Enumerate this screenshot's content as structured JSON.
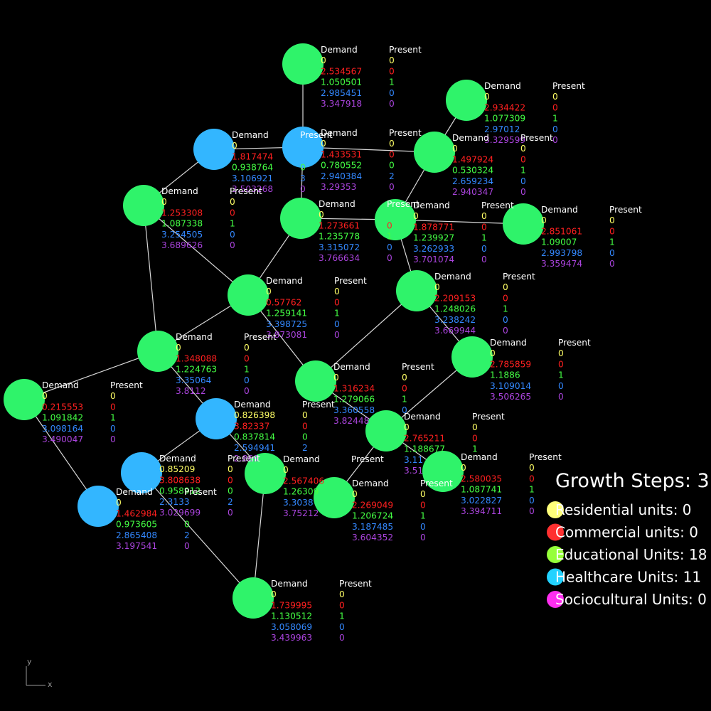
{
  "colors": {
    "background": "#000000",
    "edge": "#d8d8d8",
    "educational_node": "#2ff36a",
    "healthcare_node": "#33b6ff",
    "header_text": "#ffffff",
    "present_0_text": "#ffff66",
    "residential": "#ffff66",
    "commercial": "#ff2020",
    "educational": "#44ff44",
    "healthcare": "#3388ff",
    "sociocultural": "#aa44dd",
    "legend_residential": "#ffff7a",
    "legend_commercial": "#ff3030",
    "legend_educational": "#96ff3a",
    "legend_healthcare": "#22d2ff",
    "legend_sociocultural": "#ff2ef0"
  },
  "headers": {
    "demand": "Demand",
    "present": "Present"
  },
  "nodes": [
    {
      "type": "educational",
      "demand": [
        "0",
        "2.534567",
        "1.050501",
        "2.985451",
        "3.347918"
      ],
      "present": [
        "0",
        "0",
        "1",
        "0",
        "0"
      ]
    },
    {
      "type": "educational",
      "demand": [
        "0",
        "2.934422",
        "1.077309",
        "2.97012",
        "3.329599"
      ],
      "present": [
        "0",
        "0",
        "1",
        "0",
        "0"
      ]
    },
    {
      "type": "healthcare",
      "demand": [
        "0",
        "1.817474",
        "0.938764",
        "3.106921",
        "3.503268"
      ],
      "present": [
        "",
        "",
        "0",
        "3",
        "0"
      ]
    },
    {
      "type": "healthcare",
      "demand": [
        "0",
        "1.433531",
        "0.780552",
        "2.940384",
        "3.29353"
      ],
      "present": [
        "0",
        "0",
        "0",
        "2",
        "0"
      ]
    },
    {
      "type": "educational",
      "demand": [
        "0",
        "1.497924",
        "0.530324",
        "2.659234",
        "2.940347"
      ],
      "present": [
        "0",
        "0",
        "1",
        "0",
        "0"
      ]
    },
    {
      "type": "educational",
      "demand": [
        "0",
        "1.253308",
        "1.087338",
        "3.254505",
        "3.689626"
      ],
      "present": [
        "0",
        "0",
        "1",
        "0",
        "0"
      ]
    },
    {
      "type": "educational",
      "demand": [
        "0",
        "1.273661",
        "1.235778",
        "3.315072",
        "3.766634"
      ],
      "present": [
        "",
        "0",
        "1",
        "0",
        "0"
      ]
    },
    {
      "type": "educational",
      "demand": [
        "0",
        "1.878771",
        "1.239927",
        "3.262933",
        "3.701074"
      ],
      "present": [
        "0",
        "0",
        "1",
        "0",
        "0"
      ]
    },
    {
      "type": "educational",
      "demand": [
        "0",
        "2.851061",
        "1.09007",
        "2.993798",
        "3.359474"
      ],
      "present": [
        "0",
        "0",
        "1",
        "0",
        "0"
      ]
    },
    {
      "type": "educational",
      "demand": [
        "0",
        "0.57762",
        "1.259141",
        "3.398725",
        "3.873081"
      ],
      "present": [
        "0",
        "0",
        "1",
        "0",
        "0"
      ]
    },
    {
      "type": "educational",
      "demand": [
        "0",
        "2.209153",
        "1.248026",
        "3.238242",
        "3.669944"
      ],
      "present": [
        "0",
        "0",
        "1",
        "0",
        "0"
      ]
    },
    {
      "type": "educational",
      "demand": [
        "0",
        "1.348088",
        "1.224763",
        "3.35064",
        "3.8112"
      ],
      "present": [
        "0",
        "0",
        "1",
        "0",
        "0"
      ]
    },
    {
      "type": "educational",
      "demand": [
        "0",
        "2.785859",
        "1.1886",
        "3.109014",
        "3.506265"
      ],
      "present": [
        "0",
        "0",
        "1",
        "0",
        "0"
      ]
    },
    {
      "type": "educational",
      "demand": [
        "0",
        "1.316234",
        "1.279066",
        "3.360558",
        "3.82448"
      ],
      "present": [
        "0",
        "0",
        "1",
        "0",
        ""
      ]
    },
    {
      "type": "educational",
      "demand": [
        "0",
        "0.215553",
        "1.091842",
        "3.098164",
        "3.490047"
      ],
      "present": [
        "0",
        "0",
        "1",
        "0",
        "0"
      ]
    },
    {
      "type": "healthcare",
      "demand": [
        "0.826398",
        "3.82337",
        "0.837814",
        "2.594941",
        "2.869"
      ],
      "present": [
        "0",
        "0",
        "0",
        "2",
        ""
      ]
    },
    {
      "type": "educational",
      "demand": [
        "0",
        "2.765211",
        "1.188677",
        "3.11",
        "3.51"
      ],
      "present": [
        "0",
        "0",
        "1",
        "",
        ""
      ]
    },
    {
      "type": "healthcare",
      "demand": [
        "0.85209",
        "3.808638",
        "0.958912",
        "2.3133",
        "3.029699"
      ],
      "present": [
        "0",
        "0",
        "0",
        "2",
        "0"
      ]
    },
    {
      "type": "educational",
      "demand": [
        "0",
        "2.567406",
        "1.26309",
        "3.3038",
        "3.75212"
      ],
      "present": [
        "",
        "",
        "",
        "",
        ""
      ]
    },
    {
      "type": "educational",
      "demand": [
        "0",
        "2.580035",
        "1.087741",
        "3.022827",
        "3.394711"
      ],
      "present": [
        "0",
        "0",
        "1",
        "0",
        "0"
      ]
    },
    {
      "type": "educational",
      "demand": [
        "0",
        "2.269049",
        "1.206724",
        "3.187485",
        "3.604352"
      ],
      "present": [
        "0",
        "0",
        "1",
        "0",
        "0"
      ]
    },
    {
      "type": "healthcare",
      "demand": [
        "0",
        "1.462984",
        "0.973605",
        "2.865408",
        "3.197541"
      ],
      "present": [
        "",
        "",
        "0",
        "2",
        "0"
      ]
    },
    {
      "type": "educational",
      "demand": [
        "0",
        "1.739995",
        "1.130512",
        "3.058069",
        "3.439963"
      ],
      "present": [
        "0",
        "0",
        "1",
        "0",
        "0"
      ]
    }
  ],
  "edges": [
    [
      0,
      3
    ],
    [
      2,
      3
    ],
    [
      3,
      4
    ],
    [
      3,
      6
    ],
    [
      2,
      5
    ],
    [
      1,
      4
    ],
    [
      4,
      7
    ],
    [
      6,
      7
    ],
    [
      7,
      8
    ],
    [
      5,
      9
    ],
    [
      6,
      9
    ],
    [
      5,
      11
    ],
    [
      7,
      10
    ],
    [
      10,
      13
    ],
    [
      10,
      12
    ],
    [
      9,
      11
    ],
    [
      9,
      13
    ],
    [
      11,
      14
    ],
    [
      11,
      15
    ],
    [
      14,
      21
    ],
    [
      13,
      16
    ],
    [
      12,
      16
    ],
    [
      16,
      19
    ],
    [
      16,
      20
    ],
    [
      15,
      18
    ],
    [
      18,
      22
    ],
    [
      17,
      22
    ],
    [
      15,
      17
    ]
  ],
  "legend": {
    "growth_steps": "Growth Steps: 3",
    "items": [
      {
        "label": "Residential units: 0",
        "color_key": "legend_residential"
      },
      {
        "label": "Commercial units: 0",
        "color_key": "legend_commercial"
      },
      {
        "label": "Educational Units: 18",
        "color_key": "legend_educational"
      },
      {
        "label": "Healthcare Units: 11",
        "color_key": "legend_healthcare"
      },
      {
        "label": "Sociocultural Units: 0",
        "color_key": "legend_sociocultural"
      }
    ]
  },
  "axis": {
    "y_label": "y",
    "x_label": "x"
  }
}
